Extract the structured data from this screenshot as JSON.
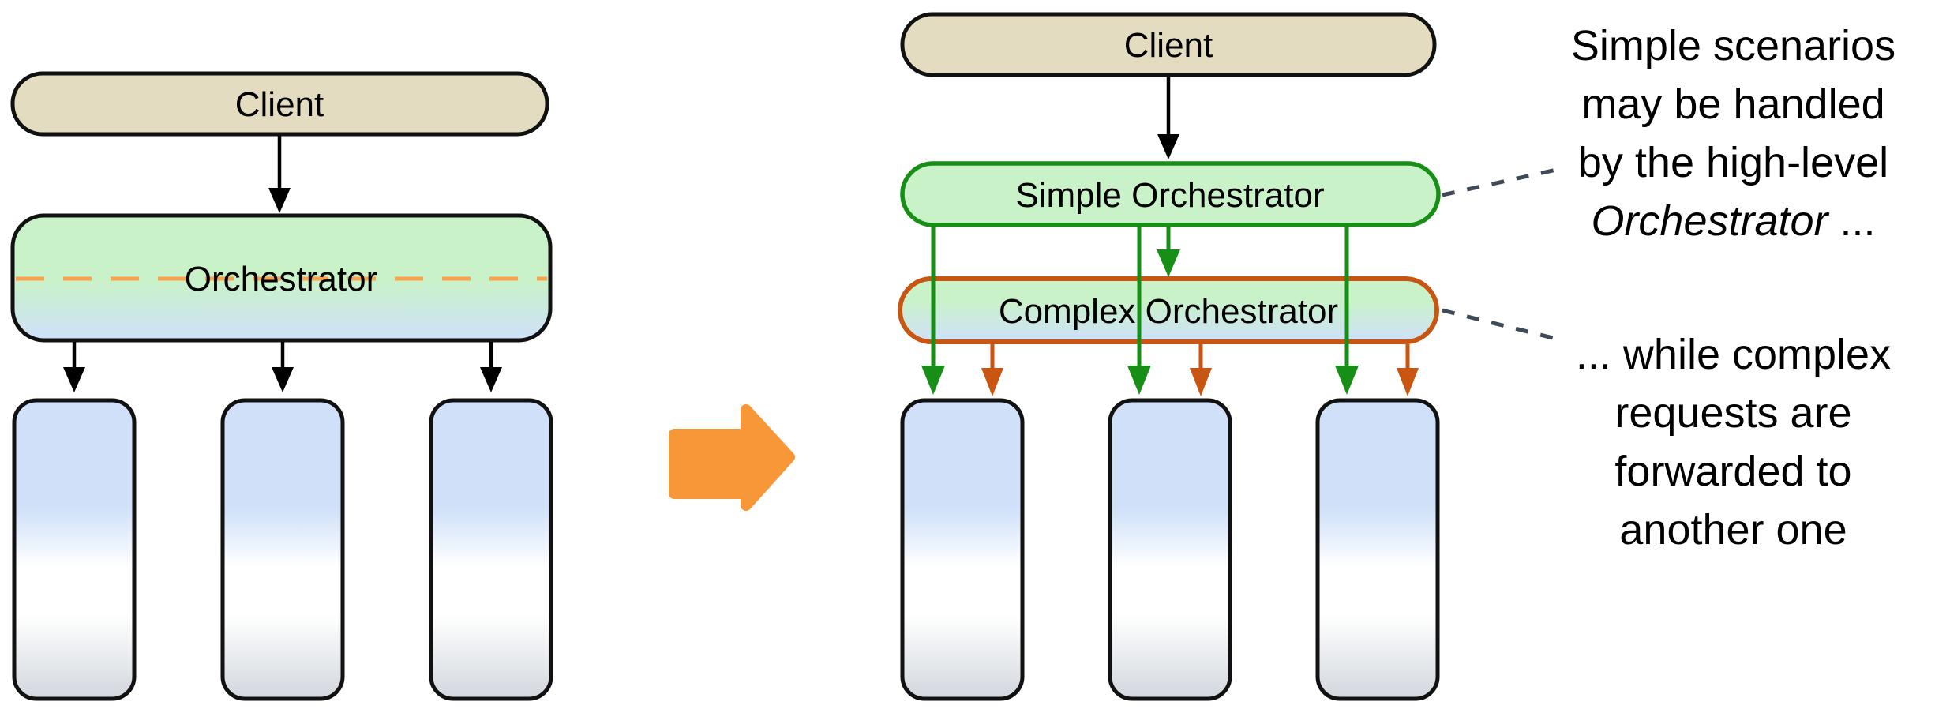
{
  "left_diagram": {
    "client_label": "Client",
    "orchestrator_label": "Orchestrator",
    "service_count": 3
  },
  "right_diagram": {
    "client_label": "Client",
    "simple_orchestrator_label": "Simple Orchestrator",
    "complex_orchestrator_label": "Complex Orchestrator",
    "service_count": 3
  },
  "annotations": {
    "simple_note": {
      "line1": "Simple scenarios",
      "line2": "may be handled",
      "line3": "by the high-level",
      "italic_word": "Orchestrator",
      "suffix": " ..."
    },
    "complex_note": {
      "line1": "... while complex",
      "line2": "requests are",
      "line3": "forwarded to",
      "line4": "another one"
    }
  },
  "colors": {
    "outline": "#111111",
    "client_fill": "#e4dcc0",
    "green_fill": "#c9f2c9",
    "blue_fill": "#cfe0fa",
    "green_stroke": "#178f17",
    "orange_stroke": "#c85511",
    "dashed_orange": "#f9a14d",
    "transform_arrow": "#f79738",
    "note_dash": "#3e4a57",
    "service_top": "#cfe0f8",
    "service_bottom": "#d2d7de"
  }
}
